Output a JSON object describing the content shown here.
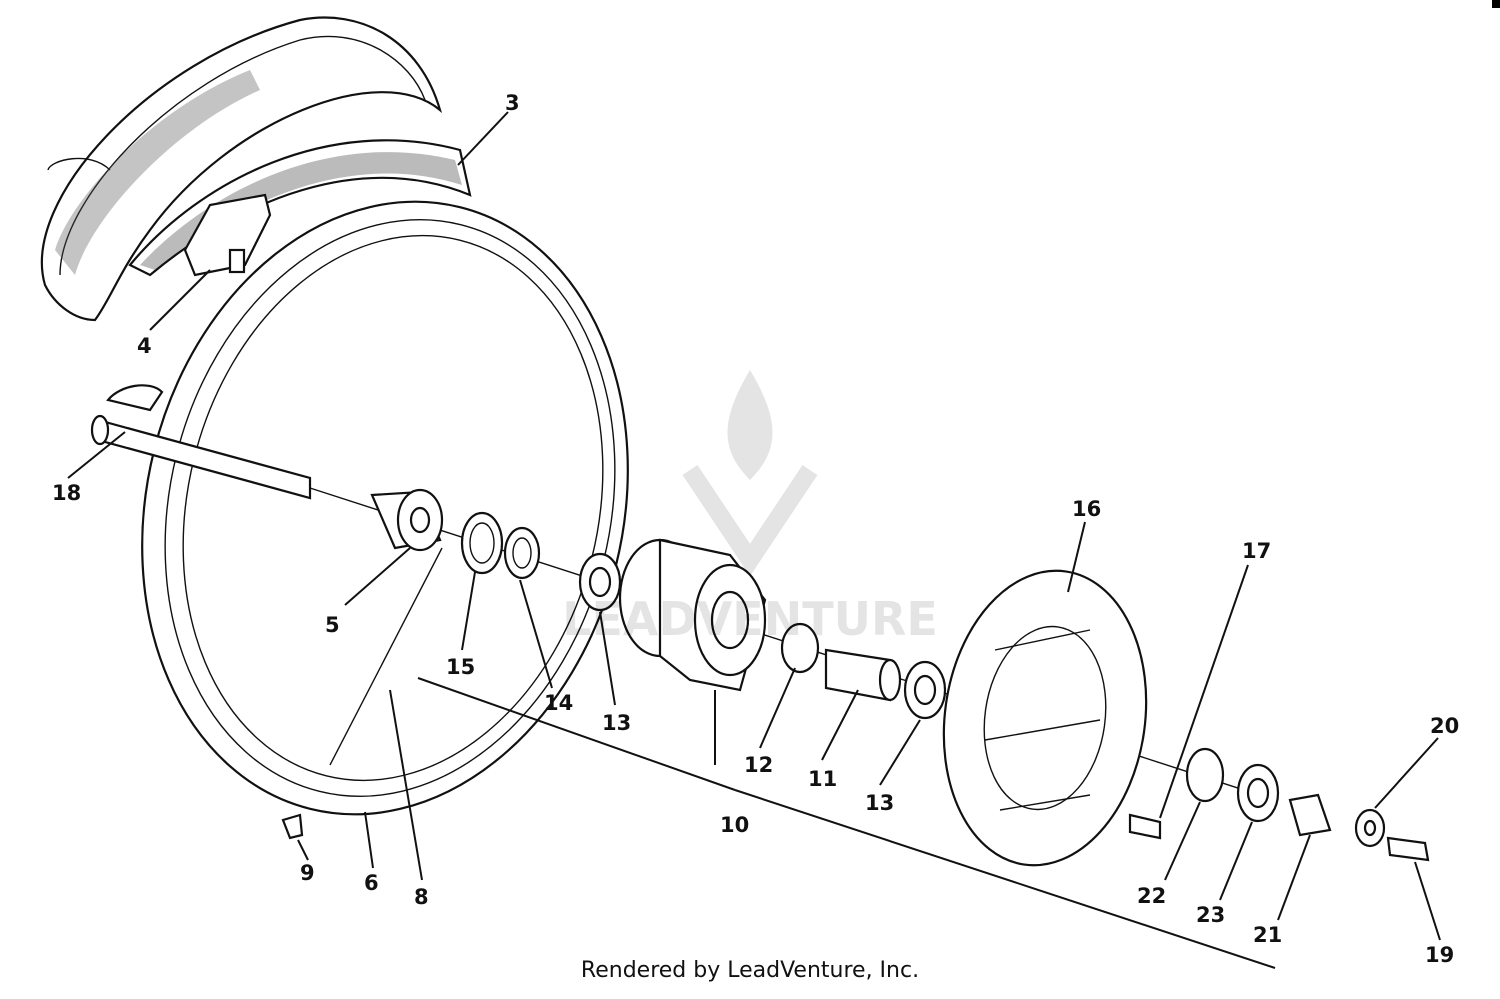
{
  "diagram": {
    "callouts": [
      "3",
      "4",
      "18",
      "5",
      "15",
      "14",
      "13",
      "12",
      "11",
      "13",
      "10",
      "16",
      "17",
      "22",
      "23",
      "21",
      "20",
      "19",
      "9",
      "6",
      "8"
    ],
    "watermark_text": "LEADVENTURE"
  },
  "footer": {
    "text": "Rendered by LeadVenture, Inc."
  }
}
